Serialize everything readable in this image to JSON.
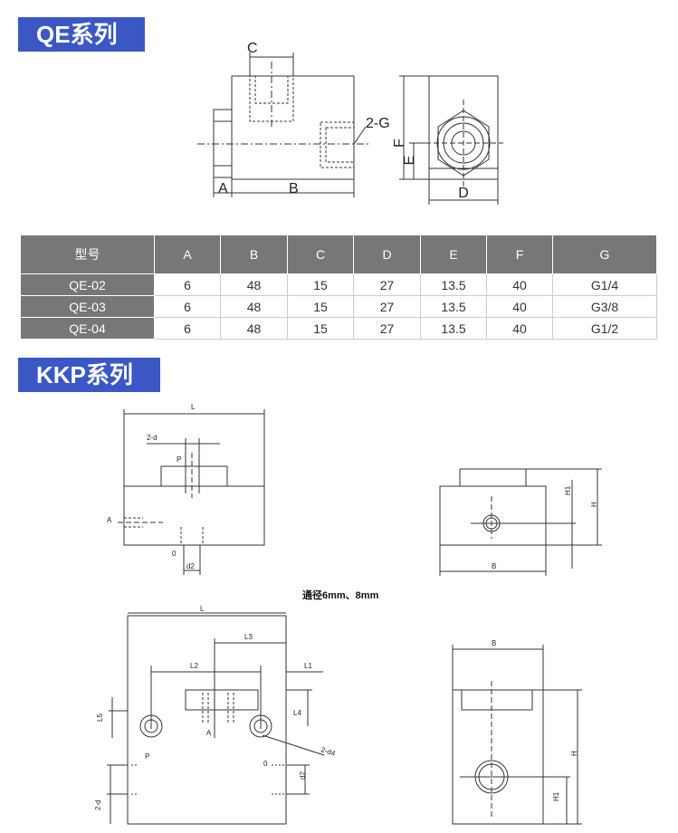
{
  "sections": {
    "qe_title": "QE系列",
    "kkp_title": "KKP系列"
  },
  "qe_diagram": {
    "labels": {
      "a": "A",
      "b": "B",
      "c": "C",
      "d": "D",
      "e": "E",
      "f": "F",
      "g": "2-G"
    }
  },
  "qe_table": {
    "headers": [
      "型号",
      "A",
      "B",
      "C",
      "D",
      "E",
      "F",
      "G"
    ],
    "rows": [
      [
        "QE-02",
        "6",
        "48",
        "15",
        "27",
        "13.5",
        "40",
        "G1/4"
      ],
      [
        "QE-03",
        "6",
        "48",
        "15",
        "27",
        "13.5",
        "40",
        "G3/8"
      ],
      [
        "QE-04",
        "6",
        "48",
        "15",
        "27",
        "13.5",
        "40",
        "G1/2"
      ]
    ]
  },
  "kkp_upper": {
    "labels": {
      "l": "L",
      "d2d": "2-d",
      "p": "P",
      "a": "A",
      "o": "0",
      "d2": "d2",
      "h1": "H1",
      "h": "H",
      "b": "B"
    }
  },
  "kkp_note": "通径6mm、8mm",
  "kkp_lower": {
    "labels": {
      "l": "L",
      "l3": "L3",
      "l2": "L2",
      "l1": "L1",
      "l4": "L4",
      "l5": "L5",
      "a": "A",
      "p": "P",
      "d4": "2-d4",
      "o": "0",
      "d2": "d2",
      "d2d": "2-d",
      "b": "B",
      "h": "H",
      "h1": "H1"
    }
  },
  "colors": {
    "badge": "#3a57c4",
    "table_header": "#777777"
  }
}
